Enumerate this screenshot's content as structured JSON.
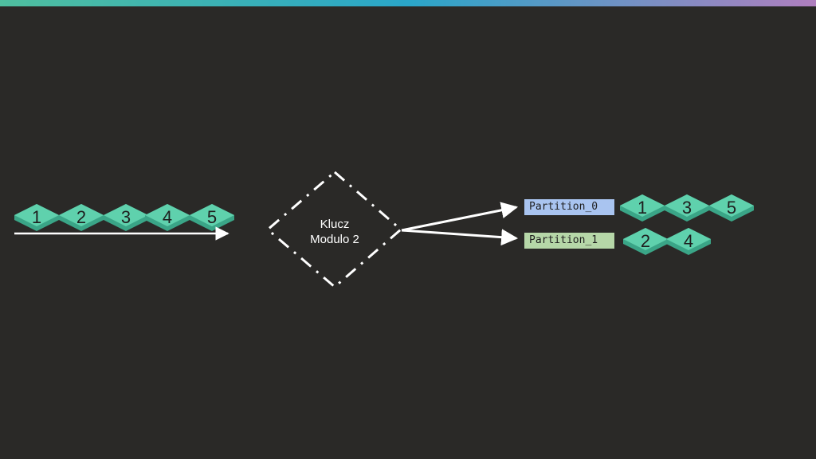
{
  "colors": {
    "background": "#2a2927",
    "node_top": "#5fd1ad",
    "node_side": "#3aa587",
    "partition_0": "#a9c4f0",
    "partition_1": "#b6d7a8",
    "lines": "#ffffff"
  },
  "input_stream": {
    "items": [
      "1",
      "2",
      "3",
      "4",
      "5"
    ]
  },
  "router": {
    "line1": "Klucz",
    "line2": "Modulo 2"
  },
  "partitions": [
    {
      "label": "Partition_0",
      "items": [
        "1",
        "3",
        "5"
      ]
    },
    {
      "label": "Partition_1",
      "items": [
        "2",
        "4"
      ]
    }
  ]
}
